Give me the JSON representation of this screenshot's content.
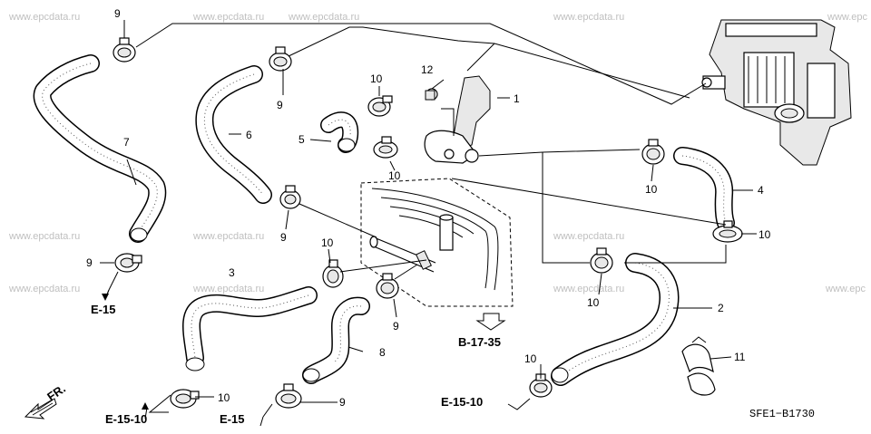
{
  "watermark": "www.epcdata.ru",
  "watermark_partial": "www.epc",
  "diagram_code": "SFE1−B1730",
  "direction_label": "FR.",
  "callouts": {
    "c1": "1",
    "c2": "2",
    "c3": "3",
    "c4": "4",
    "c5": "5",
    "c6": "6",
    "c7": "7",
    "c8": "8",
    "c11": "11",
    "c12": "12",
    "c9a": "9",
    "c9b": "9",
    "c9c": "9",
    "c9d": "9",
    "c9e": "9",
    "c9f": "9",
    "c10a": "10",
    "c10b": "10",
    "c10c": "10",
    "c10d": "10",
    "c10e": "10",
    "c10f": "10",
    "c10g": "10",
    "c10h": "10"
  },
  "refs": {
    "e15_left": "E-15",
    "e15_bottom": "E-15",
    "e1510_left": "E-15-10",
    "e1510_center": "E-15-10",
    "b1735": "B-17-35"
  }
}
